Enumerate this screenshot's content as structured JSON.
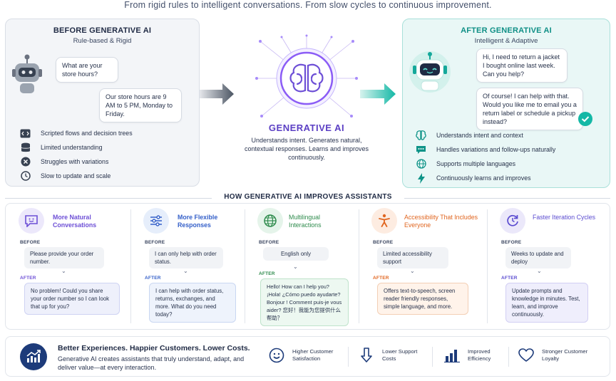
{
  "subtitle": "From rigid rules to intelligent conversations. From slow cycles to continuous improvement.",
  "before": {
    "title": "BEFORE GENERATIVE AI",
    "subtitle": "Rule-based & Rigid",
    "user_msg": "What are your store hours?",
    "bot_msg": "Our store hours are 9 AM to 5 PM, Monday to Friday.",
    "features": [
      {
        "icon": "code-icon",
        "label": "Scripted flows and decision trees"
      },
      {
        "icon": "database-icon",
        "label": "Limited understanding"
      },
      {
        "icon": "x-circle-icon",
        "label": "Struggles with variations"
      },
      {
        "icon": "clock-icon",
        "label": "Slow to update and scale"
      }
    ]
  },
  "center": {
    "title": "GENERATIVE AI",
    "description": "Understands intent. Generates natural, contextual responses. Learns and improves continuously."
  },
  "after": {
    "title": "AFTER GENERATIVE AI",
    "subtitle": "Intelligent & Adaptive",
    "user_msg": "Hi, I need to return a jacket I bought online last week. Can you help?",
    "bot_msg": "Of course! I can help with that. Would you like me to email you a return label or schedule a pickup instead?",
    "features": [
      {
        "icon": "brain-icon",
        "label": "Understands intent and context"
      },
      {
        "icon": "chat-icon",
        "label": "Handles variations and follow-ups naturally"
      },
      {
        "icon": "globe-icon",
        "label": "Supports multiple languages"
      },
      {
        "icon": "lightning-icon",
        "label": "Continuously learns and improves"
      }
    ]
  },
  "section_title": "HOW GENERATIVE AI IMPROVES ASSISTANTS",
  "before_tag": "BEFORE",
  "after_tag": "AFTER",
  "improvements": [
    {
      "title": "More Natural Conversations",
      "icon": "chat-smile-icon",
      "color": "#6d4fd6",
      "bg": "#ece8fb",
      "box": "#eef0fb",
      "border": "#cfd3f3",
      "before": "Please provide your order number.",
      "after": "No problem! Could you share your order number so I can look that up for you?"
    },
    {
      "title": "More Flexible Responses",
      "icon": "sliders-icon",
      "color": "#3560c9",
      "bg": "#e6eefb",
      "box": "#eef3fc",
      "border": "#c9d7f2",
      "before": "I can only help with order status.",
      "after": "I can help with order status, returns, exchanges, and more. What do you need today?"
    },
    {
      "title": "Multilingual Interactions",
      "icon": "globe-icon",
      "color": "#2e8b4c",
      "bg": "#e5f4ea",
      "box": "#edf8f1",
      "border": "#bfe3cb",
      "before": "English only",
      "after": "Hello! How can I help you? ¡Hola! ¿Cómo puedo ayudarte? Bonjour ! Comment puis-je vous aider? 您好！我能为您提供什么帮助？"
    },
    {
      "title": "Accessibility That Includes Everyone",
      "icon": "accessibility-icon",
      "color": "#e0651f",
      "bg": "#fdece1",
      "box": "#fff3ea",
      "border": "#f3cfb5",
      "before": "Limited accessibility support",
      "after": "Offers text-to-speech, screen reader friendly responses, simple language, and more."
    },
    {
      "title": "Faster Iteration Cycles",
      "icon": "cycle-icon",
      "color": "#5a4bd0",
      "bg": "#ebe8fa",
      "box": "#efeefc",
      "border": "#d2cff3",
      "before": "Weeks to update and deploy",
      "after": "Update prompts and knowledge in minutes. Test, learn, and improve continuously."
    }
  ],
  "footer": {
    "title": "Better Experiences. Happier Customers. Lower Costs.",
    "description": "Generative AI creates assistants that truly understand, adapt, and deliver value—at every interaction.",
    "metrics": [
      {
        "icon": "smile-icon",
        "label": "Higher Customer Satisfaction"
      },
      {
        "icon": "arrow-down-icon",
        "label": "Lower Support Costs"
      },
      {
        "icon": "bar-chart-icon",
        "label": "Improved Efficiency"
      },
      {
        "icon": "heart-icon",
        "label": "Stronger Customer Loyalty"
      }
    ]
  }
}
